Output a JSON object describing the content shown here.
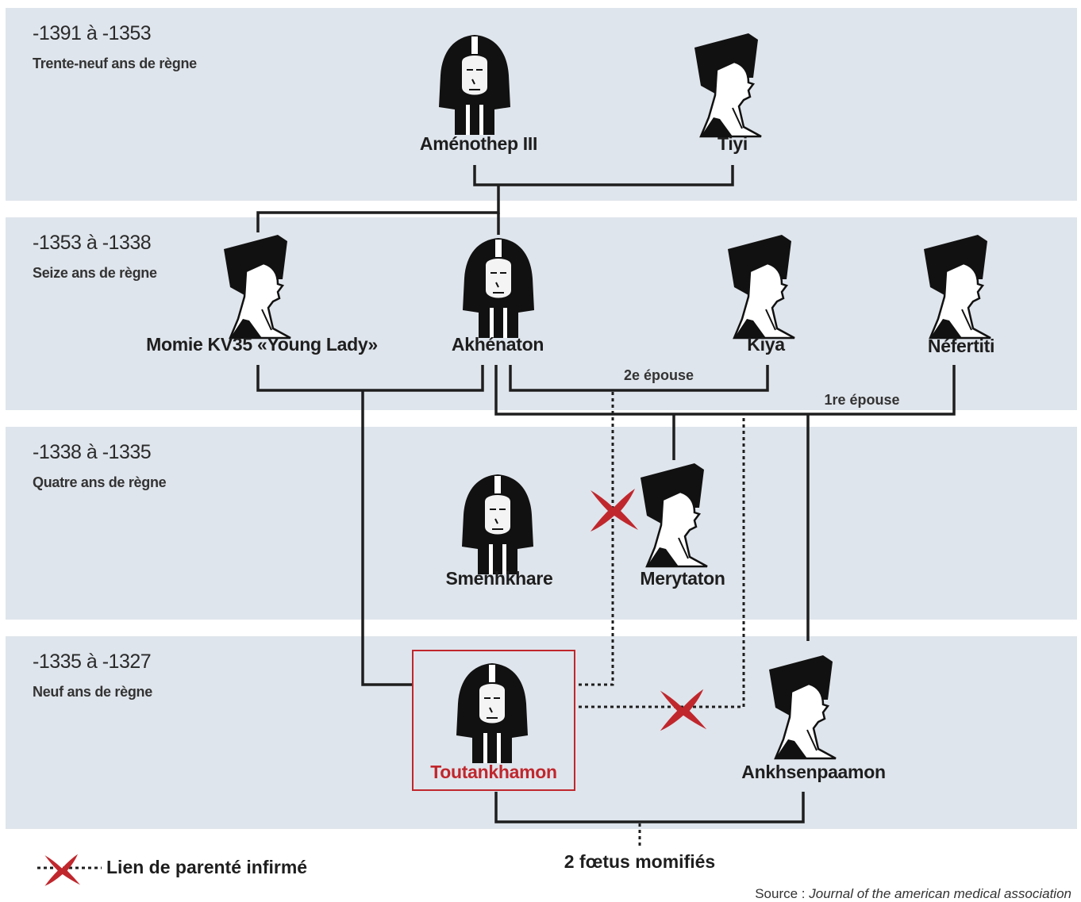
{
  "generations": [
    {
      "period": "-1391 à -1353",
      "reign": "Trente-neuf ans de règne"
    },
    {
      "period": "-1353 à -1338",
      "reign": "Seize ans de règne"
    },
    {
      "period": "-1338 à -1335",
      "reign": "Quatre ans de règne"
    },
    {
      "period": "-1335 à -1327",
      "reign": "Neuf ans de règne"
    }
  ],
  "people": {
    "amenothep": "Aménothep III",
    "tiyi": "Tiyi",
    "young_lady": "Momie KV35 «Young Lady»",
    "akhenaton": "Akhénaton",
    "kiya": "Kiya",
    "nefertiti": "Néfertiti",
    "smenkhkare": "Smenhkhare",
    "merytaton": "Merytaton",
    "toutankhamon": "Toutankhamon",
    "ankhsenpaamon": "Ankhsenpaamon"
  },
  "notes": {
    "second_wife": "2e épouse",
    "first_wife": "1re épouse",
    "foetus": "2 fœtus momifiés"
  },
  "legend": {
    "disproven": "Lien de parenté infirmé"
  },
  "source": {
    "prefix": "Source : ",
    "name": "Journal of the american medical association"
  },
  "colors": {
    "band": "#dfe5ec",
    "line": "#1e1e1e",
    "highlight": "#c0272d"
  },
  "icons": {
    "pharaoh": "pharaoh-head-icon",
    "queen": "queen-profile-icon",
    "cross": "red-x-mark-icon"
  }
}
